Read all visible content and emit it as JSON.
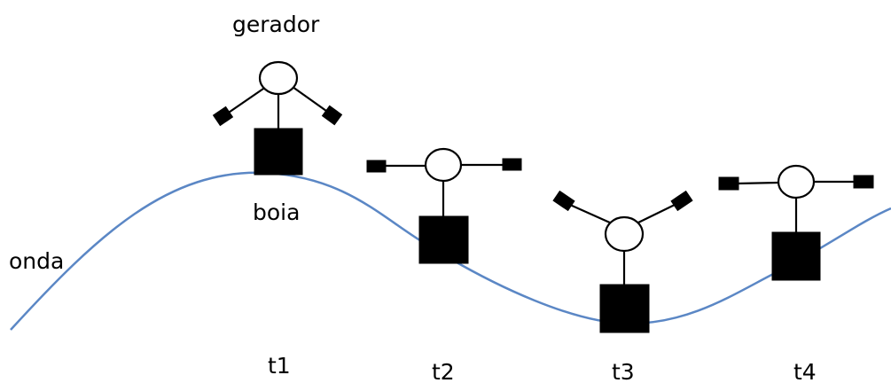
{
  "labels": {
    "generator": "gerador",
    "buoy": "boia",
    "wave": "onda",
    "times": [
      "t1",
      "t2",
      "t3",
      "t4"
    ]
  },
  "colors": {
    "wave": "#5b87c5",
    "device": "#000000",
    "background": "#ffffff"
  },
  "icons": {
    "buoy": "filled-square",
    "generator": "circle",
    "arm_weight": "filled-diamond"
  }
}
